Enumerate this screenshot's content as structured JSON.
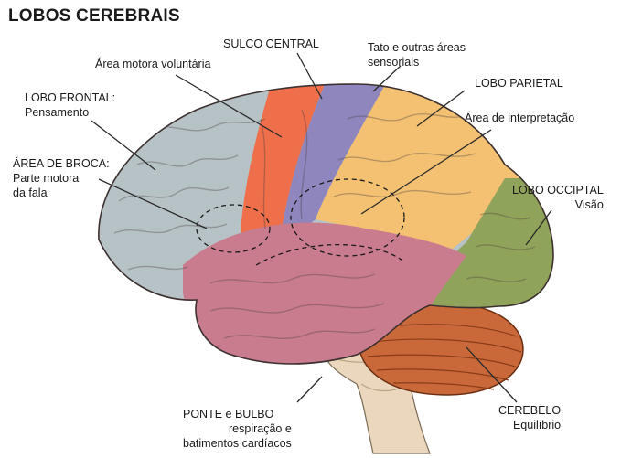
{
  "title": "LOBOS CEREBRAIS",
  "labels": {
    "sulco_central": "SULCO CENTRAL",
    "area_motora": "Área motora voluntária",
    "tato": [
      "Tato e outras áreas",
      "sensoriais"
    ],
    "lobo_frontal": [
      "LOBO FRONTAL:",
      "Pensamento"
    ],
    "lobo_parietal": "LOBO PARIETAL",
    "area_interpretacao": "Área de interpretação",
    "area_broca": [
      "ÁREA DE BROCA:",
      "Parte motora",
      "da fala"
    ],
    "lobo_occipital": [
      "LOBO OCCIPTAL",
      "Visão"
    ],
    "ponte_bulbo": [
      "PONTE e BULBO",
      "respiração e",
      "batimentos cardíacos"
    ],
    "cerebelo": [
      "CEREBELO",
      "Equilíbrio"
    ]
  },
  "colors": {
    "frontal": "#b6c2c6",
    "motor": "#ef6f4a",
    "sensory": "#8e86bd",
    "parietal": "#f3c171",
    "occipital": "#8fa35a",
    "temporal": "#c97c8d",
    "cerebellum": "#c9693a",
    "brainstem": "#ead7bd",
    "leader": "#2a2a2a"
  }
}
